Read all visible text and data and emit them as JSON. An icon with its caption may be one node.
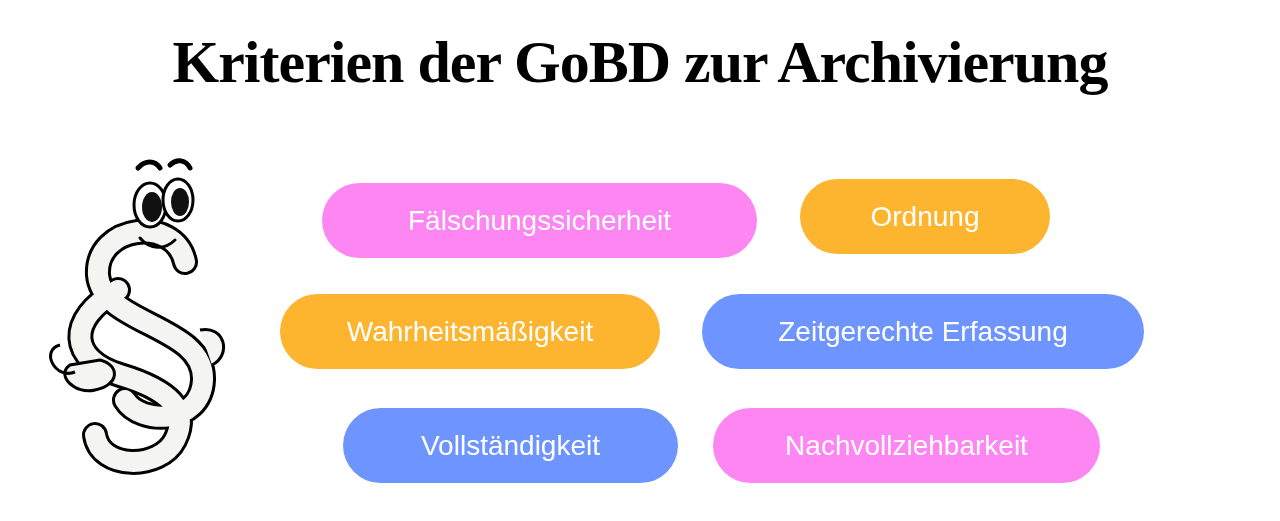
{
  "diagram": {
    "title": "Kriterien der GoBD zur Archivierung",
    "nodes": [
      {
        "text": [
          "Fälschungssicherheit"
        ]
      },
      {
        "text": [
          "Ordnung"
        ]
      },
      {
        "text": [
          "Wahrheitsmäßigkeit"
        ]
      },
      {
        "text": [
          "Zeitgerechte Erfassung"
        ]
      },
      {
        "text": [
          "Vollständigkeit"
        ]
      },
      {
        "text": [
          "Nachvollziehbarkeit"
        ]
      }
    ]
  }
}
